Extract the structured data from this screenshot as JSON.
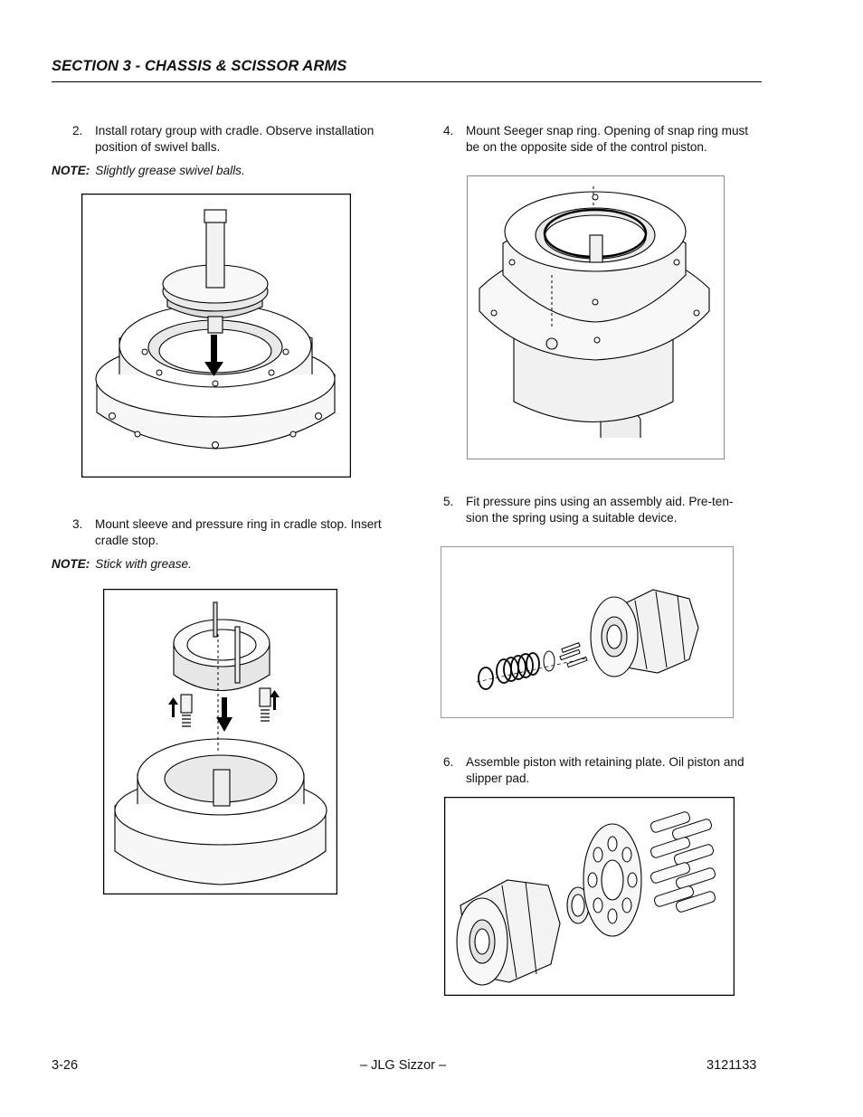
{
  "header": {
    "section_title": "SECTION 3 - CHASSIS & SCISSOR ARMS"
  },
  "steps": [
    {
      "num": "2.",
      "lines": [
        "Install rotary group with cradle.  Observe installation",
        "position of swivel balls."
      ]
    },
    {
      "num": "3.",
      "lines": [
        "Mount sleeve and pressure ring in cradle stop. Insert",
        "cradle stop."
      ]
    },
    {
      "num": "4.",
      "lines": [
        "Mount Seeger snap ring.  Opening of snap ring must",
        "be on the opposite side of the control piston."
      ]
    },
    {
      "num": "5.",
      "lines": [
        "Fit pressure pins using an assembly aid.  Pre-ten-",
        "sion the spring using a suitable device."
      ]
    },
    {
      "num": "6.",
      "lines": [
        "Assemble piston with retaining plate.  Oil piston and",
        "slipper pad."
      ]
    }
  ],
  "notes": [
    {
      "label": "NOTE:",
      "text": "Slightly grease swivel balls."
    },
    {
      "label": "NOTE:",
      "text": "Stick with grease."
    }
  ],
  "figures": [
    {
      "id": "rotary-group-with-cradle"
    },
    {
      "id": "sleeve-pressure-ring"
    },
    {
      "id": "seeger-snap-ring"
    },
    {
      "id": "pressure-pins-spring"
    },
    {
      "id": "piston-retaining-plate"
    }
  ],
  "footer": {
    "page": "3-26",
    "center": "– JLG Sizzor –",
    "doc_number": "3121133"
  }
}
